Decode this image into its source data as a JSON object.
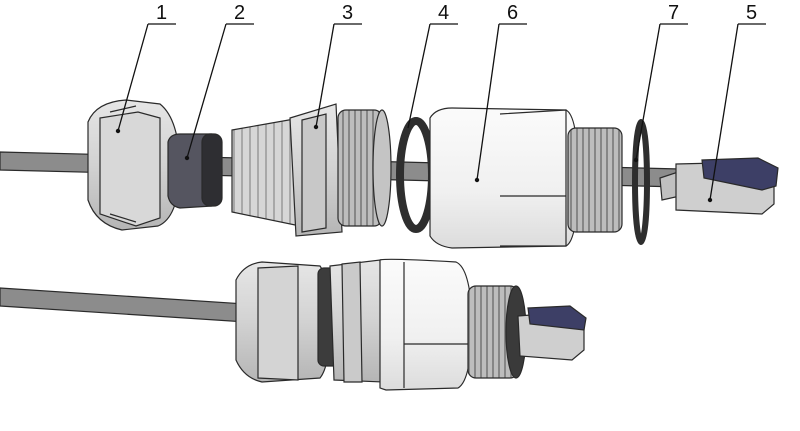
{
  "callouts": [
    "1",
    "2",
    "3",
    "4",
    "6",
    "7",
    "5"
  ],
  "colors": {
    "cable": "#8c8c8c",
    "gland_body": "#d9d9d9",
    "white_part": "#f4f4f4",
    "seal": "#505058",
    "oring": "#2e2e2e",
    "connector_tab": "#3d3f66"
  }
}
